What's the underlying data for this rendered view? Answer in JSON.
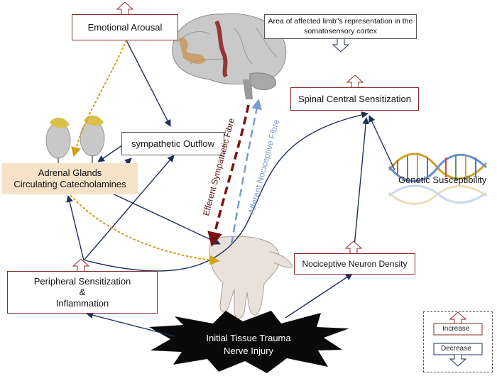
{
  "nodes": {
    "emotional_arousal": "Emotional Arousal",
    "cortex_area": "Area of affected limb\"s representation in the somatosensory cortex",
    "spinal_sensitization": "Spinal Central Sensitization",
    "sympathetic_outflow": "sympathetic Outflow",
    "adrenal_line1": "Adrenal Glands",
    "adrenal_line2": "Circulating Catecholamines",
    "genetic": "Genetic Susceptibility",
    "nociceptive_density": "Nociceptive Neuron Density",
    "peripheral_line1": "Peripheral Sensitization",
    "peripheral_line2": "&",
    "peripheral_line3": "Inflammation",
    "trauma_line1": "Initial Tissue Trauma",
    "trauma_line2": "Nerve Injury"
  },
  "fibres": {
    "efferent_sympathetic": "Efferent Sympathetic Fibre",
    "afferent_nociceptive": "Afferent Nociceptive Fibre"
  },
  "legend": {
    "increase": "Increase",
    "decrease": "Decrease"
  },
  "colors": {
    "box_border": "#8b2a2a",
    "arrow_navy": "#1f2f5c",
    "dotted_gold": "#d4a017",
    "efferent": "#7a1010",
    "afferent": "#7b9bd0",
    "adrenal_fill": "#f6e3c7"
  }
}
